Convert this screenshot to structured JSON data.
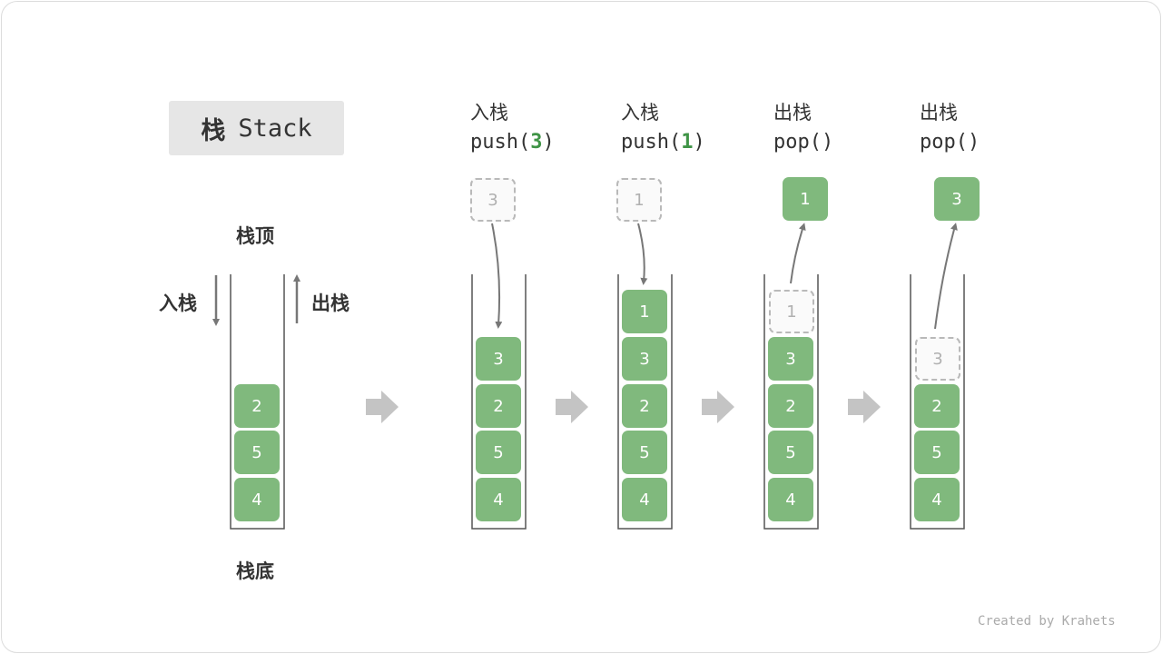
{
  "title": {
    "cn": "栈",
    "en": "Stack"
  },
  "labels": {
    "top": "栈顶",
    "bottom": "栈底",
    "push": "入栈",
    "pop": "出栈"
  },
  "initial_stack": [
    "4",
    "5",
    "2"
  ],
  "steps": [
    {
      "op_cn": "入栈",
      "op_fn": "push(",
      "op_arg": "3",
      "op_end": ")",
      "moved": "3",
      "kind": "push",
      "stack": [
        "4",
        "5",
        "2",
        "3"
      ]
    },
    {
      "op_cn": "入栈",
      "op_fn": "push(",
      "op_arg": "1",
      "op_end": ")",
      "moved": "1",
      "kind": "push",
      "stack": [
        "4",
        "5",
        "2",
        "3",
        "1"
      ]
    },
    {
      "op_cn": "出栈",
      "op_fn": "pop()",
      "op_arg": "",
      "op_end": "",
      "moved": "1",
      "kind": "pop",
      "stack": [
        "4",
        "5",
        "2",
        "3"
      ]
    },
    {
      "op_cn": "出栈",
      "op_fn": "pop()",
      "op_arg": "",
      "op_end": "",
      "moved": "3",
      "kind": "pop",
      "stack": [
        "4",
        "5",
        "2"
      ]
    }
  ],
  "credit": "Created by Krahets",
  "colors": {
    "element": "#80b97d",
    "arg": "#3f9446",
    "ghost_border": "#b9b9b9"
  }
}
